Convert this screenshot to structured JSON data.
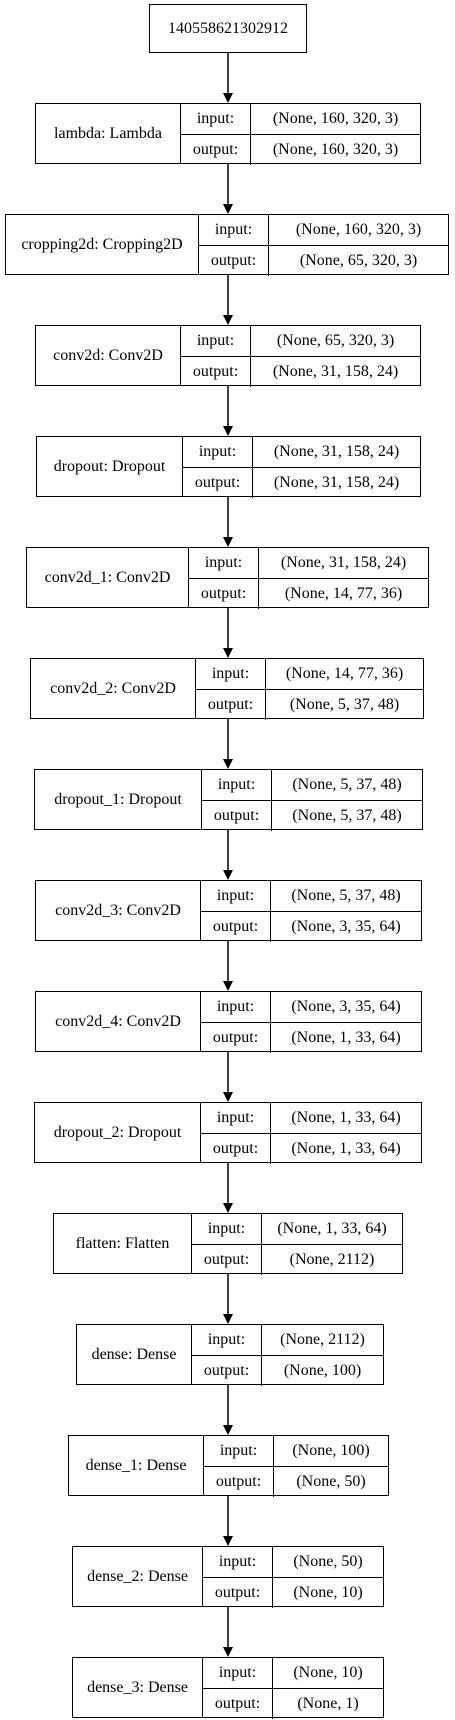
{
  "root": "140558621302912",
  "input_label": "input:",
  "output_label": "output:",
  "layers": [
    {
      "title": "lambda: Lambda",
      "input": "(None, 160, 320, 3)",
      "output": "(None, 160, 320, 3)"
    },
    {
      "title": "cropping2d: Cropping2D",
      "input": "(None, 160, 320, 3)",
      "output": "(None, 65, 320, 3)"
    },
    {
      "title": "conv2d: Conv2D",
      "input": "(None, 65, 320, 3)",
      "output": "(None, 31, 158, 24)"
    },
    {
      "title": "dropout: Dropout",
      "input": "(None, 31, 158, 24)",
      "output": "(None, 31, 158, 24)"
    },
    {
      "title": "conv2d_1: Conv2D",
      "input": "(None, 31, 158, 24)",
      "output": "(None, 14, 77, 36)"
    },
    {
      "title": "conv2d_2: Conv2D",
      "input": "(None, 14, 77, 36)",
      "output": "(None, 5, 37, 48)"
    },
    {
      "title": "dropout_1: Dropout",
      "input": "(None, 5, 37, 48)",
      "output": "(None, 5, 37, 48)"
    },
    {
      "title": "conv2d_3: Conv2D",
      "input": "(None, 5, 37, 48)",
      "output": "(None, 3, 35, 64)"
    },
    {
      "title": "conv2d_4: Conv2D",
      "input": "(None, 3, 35, 64)",
      "output": "(None, 1, 33, 64)"
    },
    {
      "title": "dropout_2: Dropout",
      "input": "(None, 1, 33, 64)",
      "output": "(None, 1, 33, 64)"
    },
    {
      "title": "flatten: Flatten",
      "input": "(None, 1, 33, 64)",
      "output": "(None, 2112)"
    },
    {
      "title": "dense: Dense",
      "input": "(None, 2112)",
      "output": "(None, 100)"
    },
    {
      "title": "dense_1: Dense",
      "input": "(None, 100)",
      "output": "(None, 50)"
    },
    {
      "title": "dense_2: Dense",
      "input": "(None, 50)",
      "output": "(None, 10)"
    },
    {
      "title": "dense_3: Dense",
      "input": "(None, 10)",
      "output": "(None, 1)"
    }
  ]
}
